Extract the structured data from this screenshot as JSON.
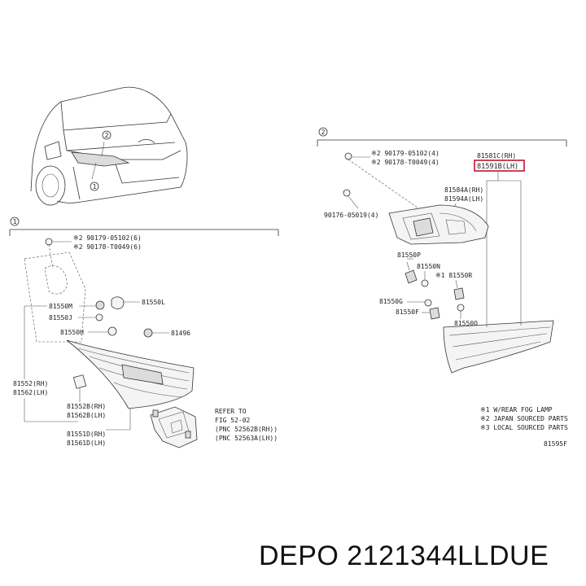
{
  "callouts": {
    "c1": "1",
    "c2": "2"
  },
  "left": {
    "screws_a": "※2 90179-05102(6)",
    "screws_b": "※2 90178-T0049(6)",
    "p81550L": "81550L",
    "p81550M": "81550M",
    "p81550J": "81550J",
    "p81550H": "81550H",
    "p81496": "81496",
    "p81552": "81552(RH)",
    "p81562": "81562(LH)",
    "p81552B": "81552B(RH)",
    "p81562B": "81562B(LH)",
    "p81551D": "81551D(RH)",
    "p81561D": "81561D(LH)",
    "refer1": "REFER TO",
    "refer2": "FIG 52-02",
    "refer3": "(PNC 52562B(RH))",
    "refer4": "(PNC 52563A(LH))"
  },
  "right": {
    "screws_a": "※2 90179-05102(4)",
    "screws_b": "※2 90178-T0049(4)",
    "screw_c": "90176-05019(4)",
    "p81581C": "81581C(RH)",
    "p81591B": "81591B(LH)",
    "p81584A": "81584A(RH)",
    "p81594A": "81594A(LH)",
    "p81550P": "81550P",
    "p81550N": "81550N",
    "p81550R": "※1 81550R",
    "p81550G": "81550G",
    "p81550F": "81550F",
    "p81550Q": "81550Q",
    "legend1": "※1 W/REAR FOG LAMP",
    "legend2": "※2 JAPAN SOURCED PARTS",
    "legend3": "※3 LOCAL SOURCED PARTS",
    "fig_code": "81595F"
  },
  "footer": {
    "part_code": "DEPO 2121344LLDUE"
  },
  "colors": {
    "highlight": "#c0142b",
    "ink": "#333333"
  }
}
